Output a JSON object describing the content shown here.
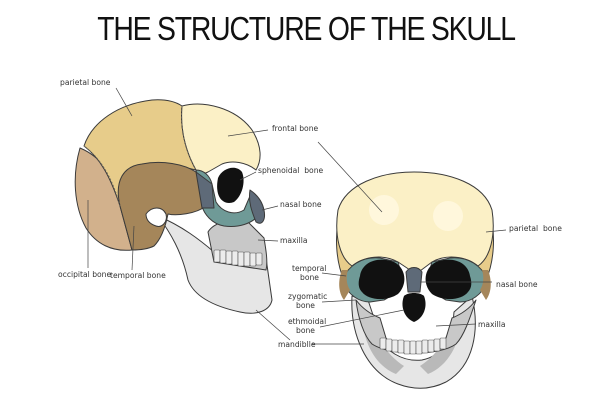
{
  "title": "THE STRUCTURE OF THE SKULL",
  "side_view": {
    "labels": {
      "parietal": "parietal bone",
      "frontal": "frontal bone",
      "sphenoidal": "sphenoidal  bone",
      "nasal": "nasal bone",
      "maxilla": "maxilla",
      "occipital": "occipital bone",
      "temporal": "temporal bone"
    }
  },
  "front_view": {
    "labels": {
      "parietal": "parietal  bone",
      "temporal_1": "temporal",
      "temporal_2": "bone",
      "nasal": "nasal bone",
      "zygomatic_1": "zygomatic",
      "zygomatic_2": "bone",
      "ethmoidal_1": "ethmoidal",
      "ethmoidal_2": "bone",
      "maxilla": "maxilla",
      "mandible": "mandiblle"
    }
  },
  "colors": {
    "frontal": "#fbf0c6",
    "parietal": "#e7cc8a",
    "occipital": "#d2b18c",
    "temporal": "#a5865a",
    "sphenoid": "#6f9a97",
    "nasal": "#5e6a78",
    "maxilla": "#c8c8c8",
    "mandible": "#e6e6e6",
    "orbit": "#111111"
  }
}
